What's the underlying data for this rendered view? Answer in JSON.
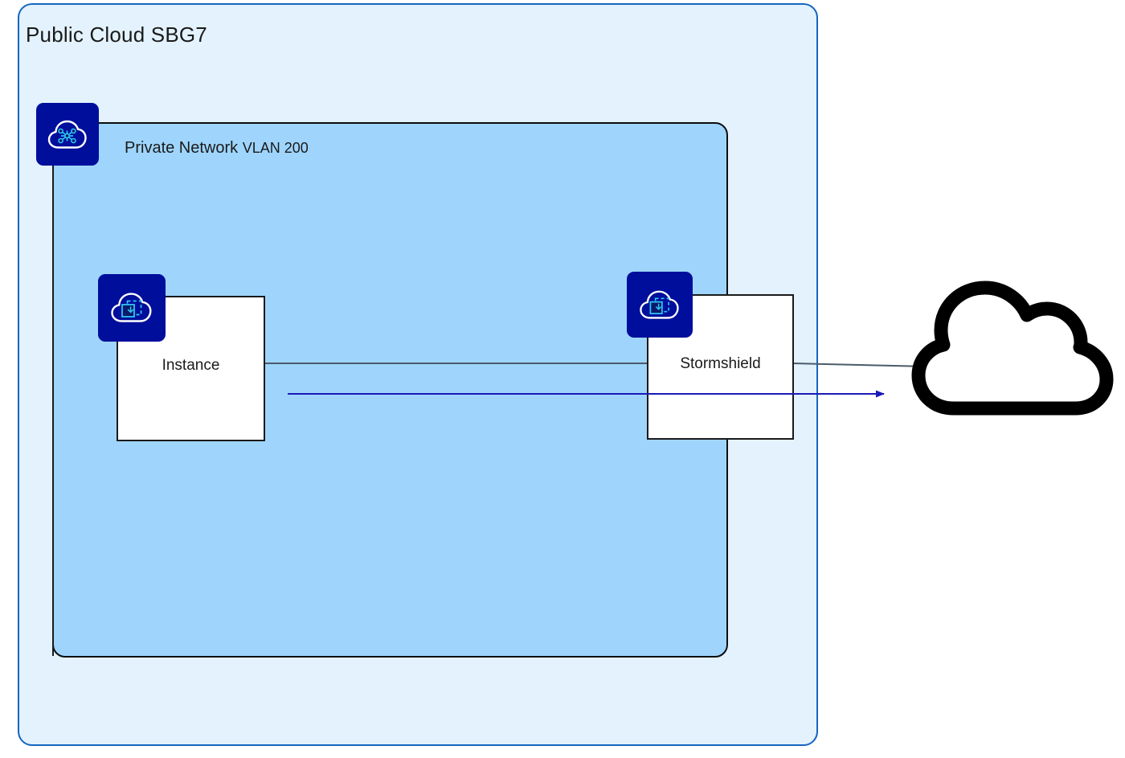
{
  "diagram": {
    "type": "network-architecture",
    "background_color": "#ffffff",
    "public_cloud": {
      "title": "Public Cloud SBG7",
      "fill_color": "#e3f2fd",
      "border_color": "#1565c0"
    },
    "private_network": {
      "title_main": "Private Network",
      "title_suffix": "VLAN 200",
      "title_full": "Private Network VLAN 200",
      "vlan_id": "200",
      "fill_color": "#9fd5fd",
      "border_color": "#0d0d0d"
    },
    "nodes": [
      {
        "id": "instance",
        "label": "Instance",
        "icon": "ovh-instance-cloud-icon",
        "icon_color": "#000e9c",
        "fill_color": "#ffffff",
        "border_color": "#1a1a1a"
      },
      {
        "id": "stormshield",
        "label": "Stormshield",
        "icon": "ovh-instance-cloud-icon",
        "icon_color": "#000e9c",
        "fill_color": "#ffffff",
        "border_color": "#1a1a1a"
      }
    ],
    "network_icon": {
      "id": "private-network",
      "icon": "ovh-private-network-cloud-icon",
      "icon_color": "#000e9c",
      "glyph_color": "#2ec6f0"
    },
    "internet": {
      "label": "",
      "icon": "internet-cloud-icon",
      "outline_color": "#000000"
    },
    "connections": [
      {
        "id": "instance-to-stormshield",
        "from": "instance",
        "to": "stormshield",
        "color": "#4a5c6a",
        "style": "solid",
        "arrow": "none"
      },
      {
        "id": "stormshield-to-internet",
        "from": "stormshield",
        "to": "internet",
        "color": "#4a5c6a",
        "style": "solid",
        "arrow": "none"
      },
      {
        "id": "instance-to-internet-traffic",
        "from": "instance",
        "to": "internet",
        "color": "#1a1ab8",
        "style": "solid",
        "arrow": "end"
      },
      {
        "id": "private-network-drop",
        "from": "private-network-icon",
        "to": "private-network",
        "color": "#1a1a1a",
        "style": "solid",
        "arrow": "none"
      }
    ]
  }
}
